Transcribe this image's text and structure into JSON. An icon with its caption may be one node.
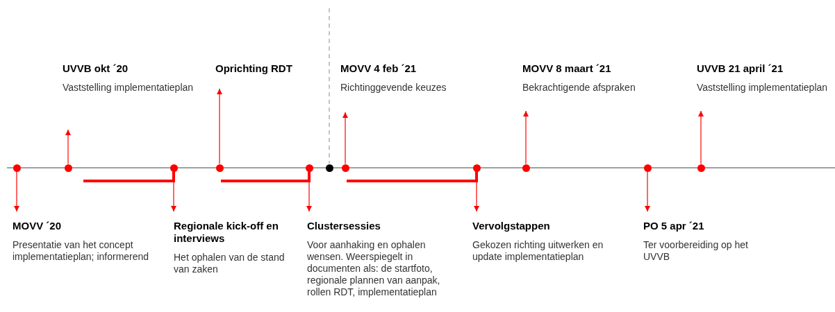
{
  "diagram": {
    "nodes": [
      {
        "text": [
          "UVVB okt ´20",
          "Vaststelling implementatieplan"
        ]
      },
      {
        "text": [
          "Oprichting RDT"
        ]
      },
      {
        "text": [
          "MOVV 4 feb ´21",
          "Richtinggevende keuzes"
        ]
      },
      {
        "text": [
          "MOVV 8 maart ´21",
          "Bekrachtigende afspraken"
        ]
      },
      {
        "text": [
          "UVVB 21 april ´21",
          "Vaststelling implementatieplan"
        ]
      },
      {
        "text": [
          "MOVV ´20",
          "Presentatie van het concept implementatieplan; informerend"
        ]
      },
      {
        "text": [
          "Regionale kick-off en interviews",
          "Het ophalen van de stand van zaken"
        ]
      },
      {
        "text": [
          "Clustersessies",
          "Voor aanhaking en ophalen wensen. Weerspiegelt in documenten als: de startfoto, regionale plannen van aanpak, rollen RDT, implementatieplan"
        ]
      },
      {
        "text": [
          "Vervolgstappen",
          "Gekozen richting uitwerken en update implementatieplan"
        ]
      },
      {
        "text": [
          "PO 5 apr ´21",
          "Ter voorbereiding op het UVVB"
        ]
      },
      {
        "text": [],
        "shape": "circle"
      },
      {
        "text": [],
        "shape": "circle"
      },
      {
        "text": [],
        "shape": "circle"
      },
      {
        "text": [],
        "shape": "circle"
      },
      {
        "text": [],
        "shape": "circle"
      },
      {
        "text": [],
        "shape": "circle"
      },
      {
        "text": [],
        "shape": "circle"
      },
      {
        "text": [],
        "shape": "circle"
      },
      {
        "text": [],
        "shape": "circle"
      },
      {
        "text": [],
        "shape": "circle"
      },
      {
        "text": [],
        "shape": "circle"
      }
    ],
    "edges": [
      {
        "from": 10,
        "to": 5,
        "arrow": "to"
      },
      {
        "from": 11,
        "to": 0,
        "arrow": "to"
      },
      {
        "from": 12,
        "to": 6,
        "arrow": "to"
      },
      {
        "from": 13,
        "to": 1,
        "arrow": "to"
      },
      {
        "from": 14,
        "to": 7,
        "arrow": "to"
      },
      {
        "from": 16,
        "to": 2,
        "arrow": "to"
      },
      {
        "from": 17,
        "to": 8,
        "arrow": "to"
      },
      {
        "from": 18,
        "to": 3,
        "arrow": "to"
      },
      {
        "from": 19,
        "to": 9,
        "arrow": "to"
      },
      {
        "from": 20,
        "to": 4,
        "arrow": "to"
      }
    ]
  }
}
